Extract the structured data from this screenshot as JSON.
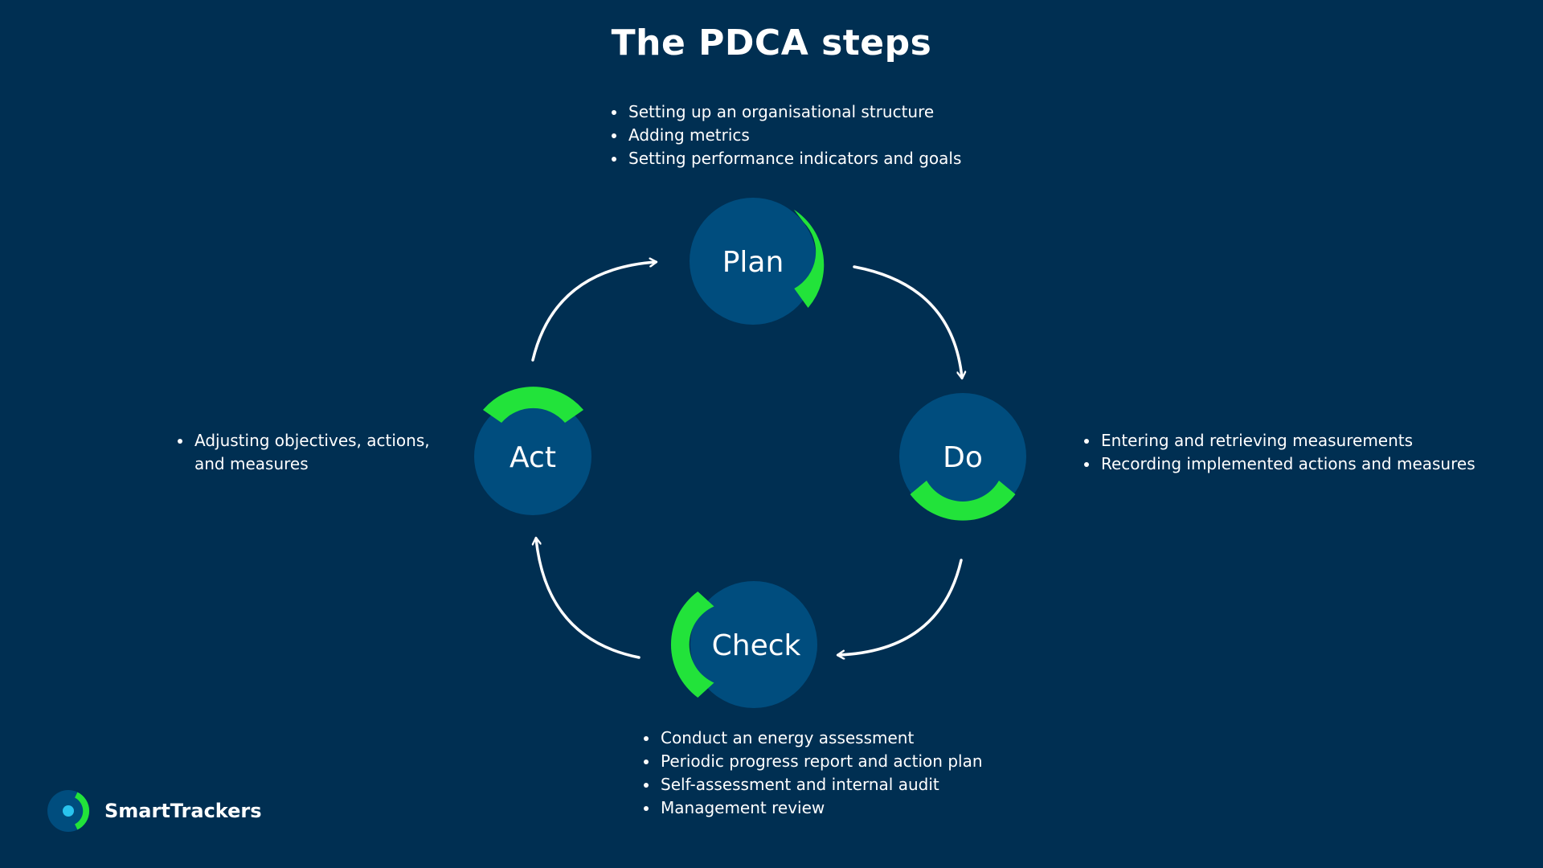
{
  "title": "The PDCA steps",
  "colors": {
    "background": "#002f52",
    "node_fill": "#004d7e",
    "accent": "#22e33a",
    "logo_dot": "#29c3ee",
    "text": "#ffffff"
  },
  "nodes": {
    "plan": {
      "label": "Plan",
      "items": [
        "Setting up an organisational structure",
        "Adding metrics",
        "Setting performance indicators and goals"
      ]
    },
    "do": {
      "label": "Do",
      "items": [
        "Entering and retrieving measurements",
        "Recording implemented actions and measures"
      ]
    },
    "check": {
      "label": "Check",
      "items": [
        "Conduct an energy assessment",
        "Periodic progress report and action plan",
        "Self-assessment and internal audit",
        "Management review"
      ]
    },
    "act": {
      "label": "Act",
      "items": [
        "Adjusting objectives, actions, and measures"
      ]
    }
  },
  "logo": {
    "name": "SmartTrackers",
    "icon": "smarttrackers-logo-icon"
  }
}
